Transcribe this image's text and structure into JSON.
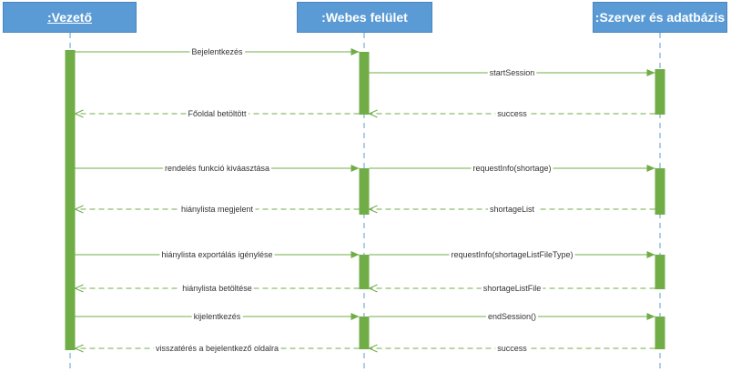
{
  "lifelines": [
    {
      "id": "vezeto",
      "label": ":Vezető"
    },
    {
      "id": "webes",
      "label": ":Webes felület"
    },
    {
      "id": "szerver",
      "label": ":Szerver és adatbázis"
    }
  ],
  "messages": [
    {
      "from": 0,
      "to": 1,
      "label": "Bejelentkezés",
      "type": "call"
    },
    {
      "from": 1,
      "to": 2,
      "label": "startSession",
      "type": "call"
    },
    {
      "from": 1,
      "to": 0,
      "label": "Főoldal betöltött",
      "type": "return"
    },
    {
      "from": 2,
      "to": 1,
      "label": "success",
      "type": "return"
    },
    {
      "from": 0,
      "to": 1,
      "label": "rendelés funkció kiváasztása",
      "type": "call"
    },
    {
      "from": 1,
      "to": 2,
      "label": "requestInfo(shortage)",
      "type": "call"
    },
    {
      "from": 1,
      "to": 0,
      "label": "hiánylista megjelent",
      "type": "return"
    },
    {
      "from": 2,
      "to": 1,
      "label": "shortageList",
      "type": "return"
    },
    {
      "from": 0,
      "to": 1,
      "label": "hiánylista exportálás igénylése",
      "type": "call"
    },
    {
      "from": 1,
      "to": 2,
      "label": "requestInfo(shortageListFileType)",
      "type": "call"
    },
    {
      "from": 1,
      "to": 0,
      "label": "hiánylista betöltése",
      "type": "return"
    },
    {
      "from": 2,
      "to": 1,
      "label": "shortageListFile",
      "type": "return"
    },
    {
      "from": 0,
      "to": 1,
      "label": "kijelentkezés",
      "type": "call"
    },
    {
      "from": 1,
      "to": 2,
      "label": "endSession()",
      "type": "call"
    },
    {
      "from": 1,
      "to": 0,
      "label": "visszatérés a bejelentkező oldalra",
      "type": "return"
    },
    {
      "from": 2,
      "to": 1,
      "label": "success",
      "type": "return"
    }
  ],
  "colors": {
    "header": "#5b9bd5",
    "lifeline": "#5b9bd5",
    "activation": "#70ad47",
    "arrow": "#70ad47",
    "label": "#333333"
  }
}
